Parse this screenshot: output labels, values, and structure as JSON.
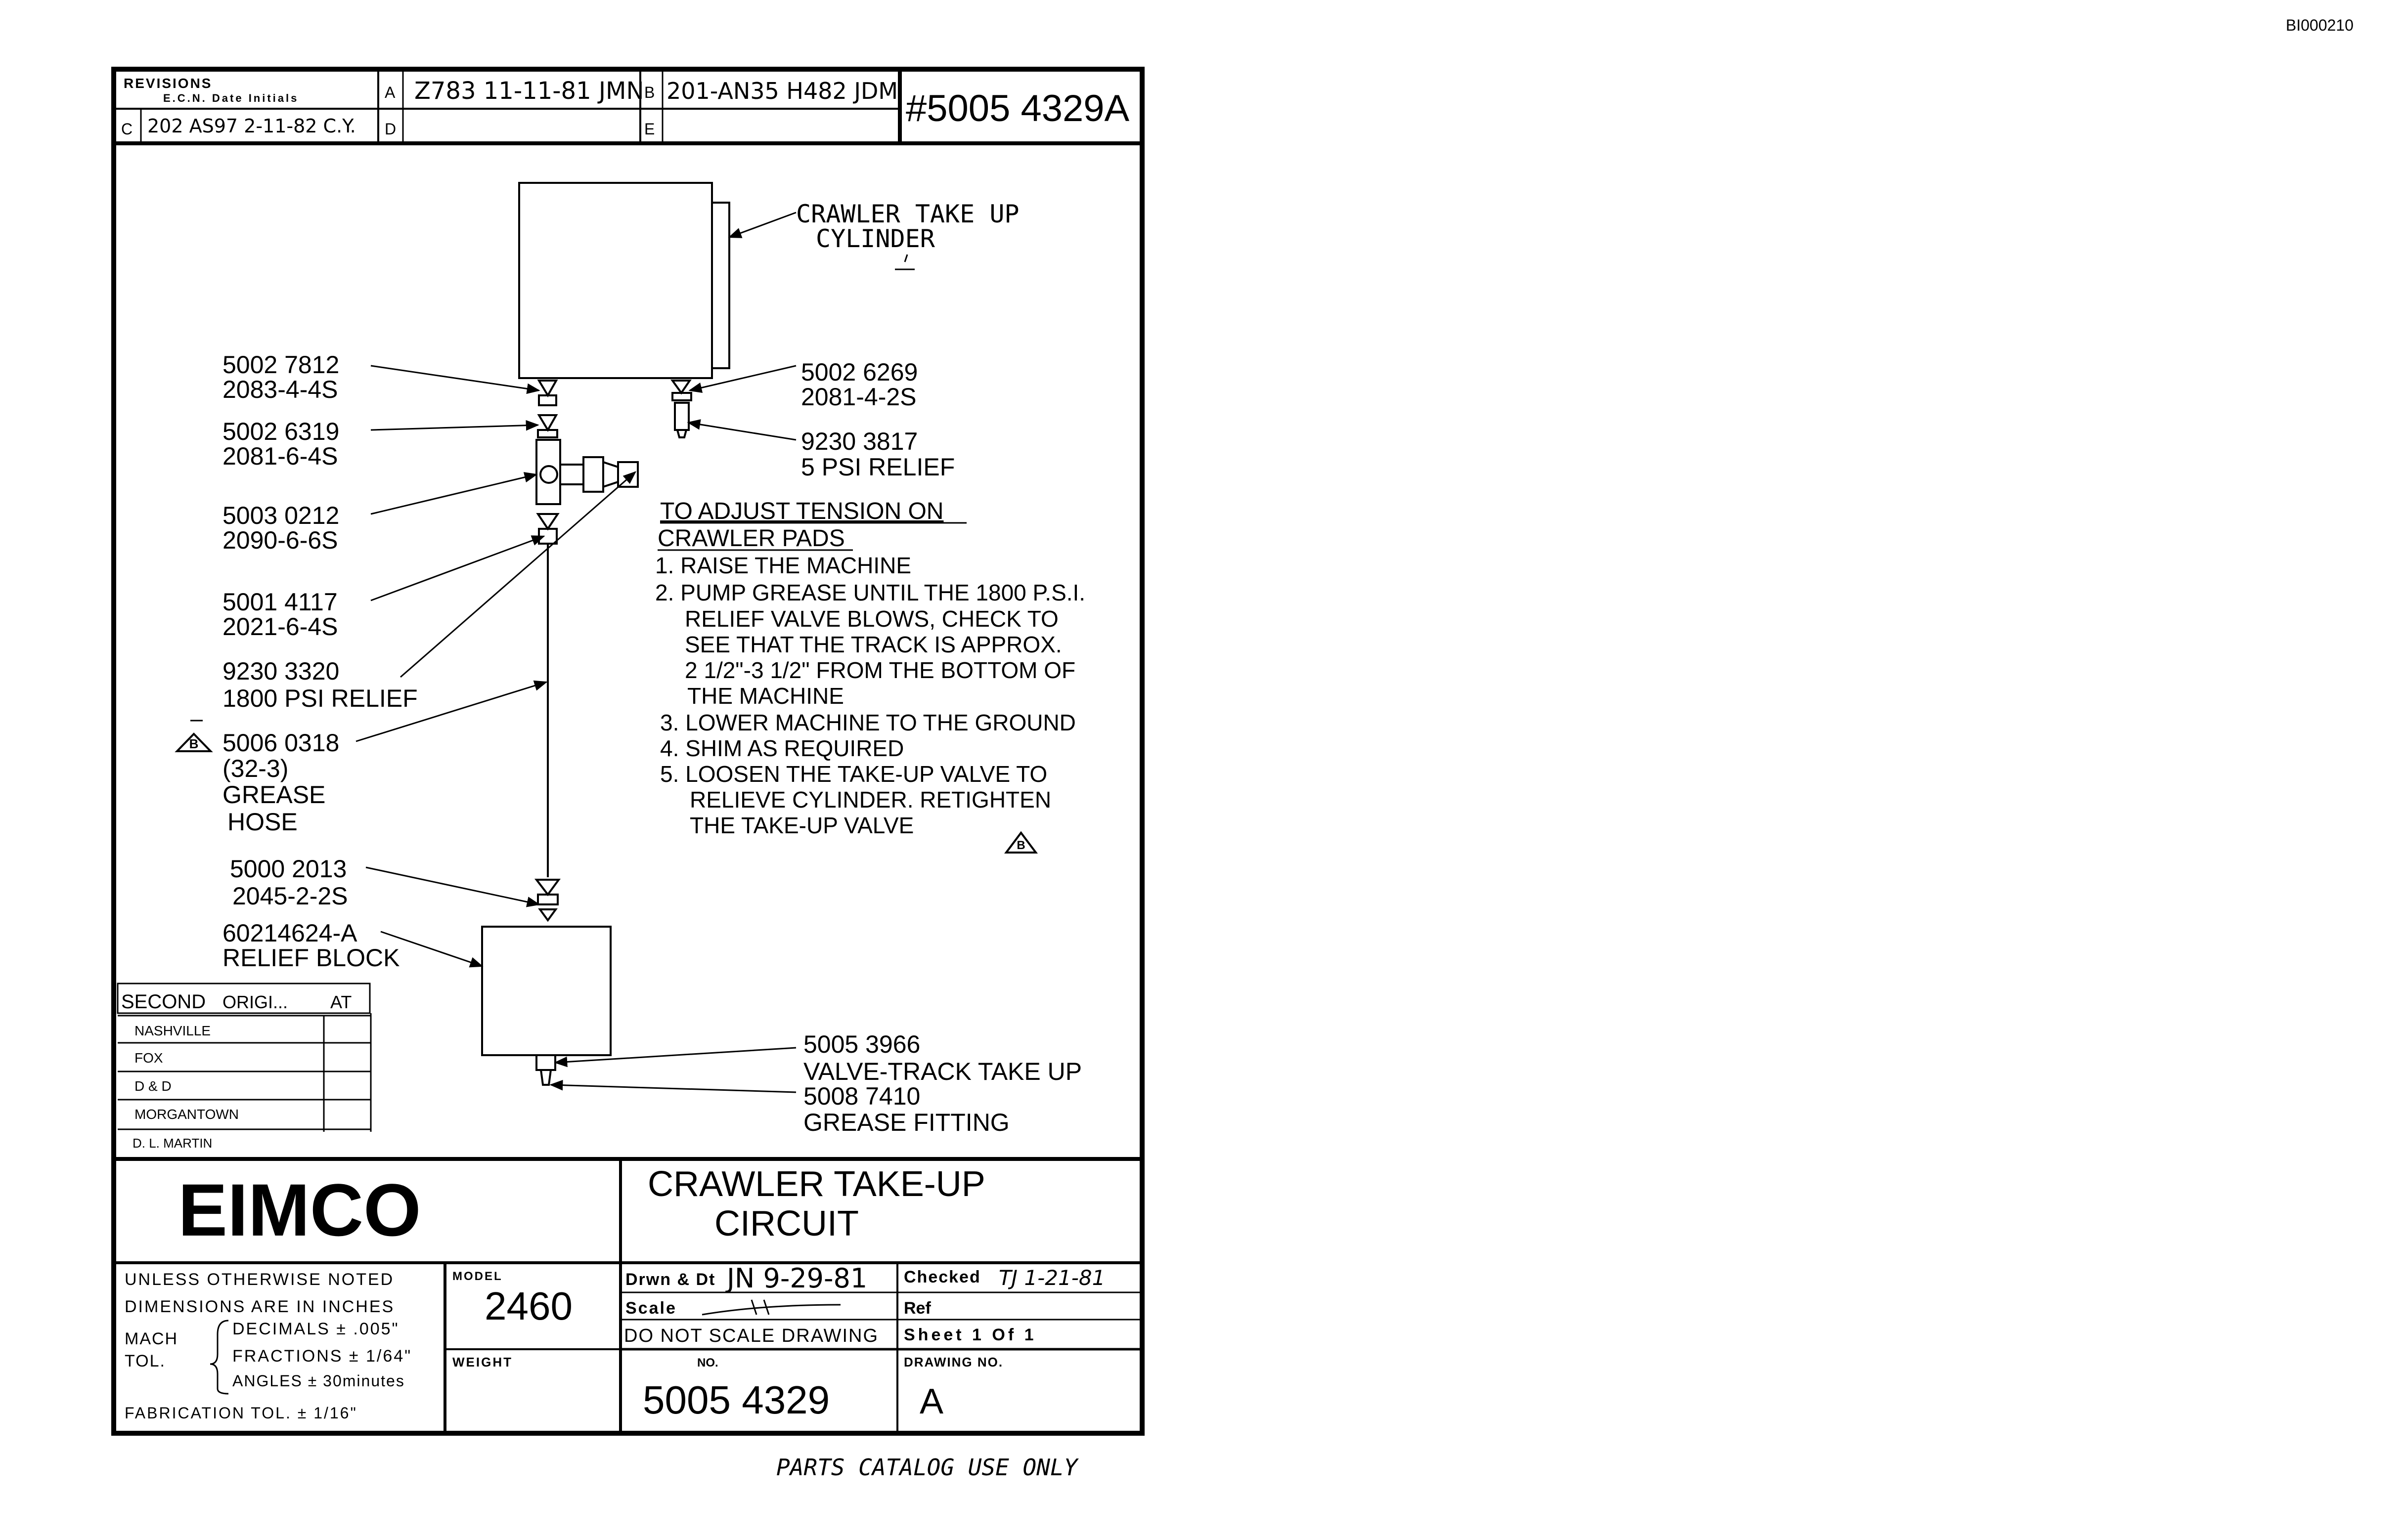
{
  "page_code": "BI000210",
  "footer_note": "PARTS CATALOG USE ONLY",
  "revisions": {
    "header": "REVISIONS",
    "subheader": "E.C.N. Date Initials",
    "rows": [
      {
        "letter": "A",
        "text": "Z783 11-11-81 JMN"
      },
      {
        "letter": "B",
        "text": "201-AN35 H482 JDM"
      },
      {
        "letter": "C",
        "text": "202 AS97 2-11-82 C.Y."
      },
      {
        "letter": "D",
        "text": ""
      },
      {
        "letter": "E",
        "text": ""
      }
    ],
    "drawing_ref": "#5005 4329A"
  },
  "diagram": {
    "component_labels": [
      {
        "id": "crawler-cylinder",
        "lines": [
          "CRAWLER TAKE UP",
          "CYLINDER"
        ]
      },
      {
        "id": "p-5002-7812",
        "lines": [
          "5002 7812",
          "2083-4-4S"
        ]
      },
      {
        "id": "p-5002-6319",
        "lines": [
          "5002 6319",
          "2081-6-4S"
        ]
      },
      {
        "id": "p-5003-0212",
        "lines": [
          "5003 0212",
          "2090-6-6S"
        ]
      },
      {
        "id": "p-5001-4117",
        "lines": [
          "5001 4117",
          "2021-6-4S"
        ]
      },
      {
        "id": "p-9230-3320",
        "lines": [
          "9230 3320",
          "1800 PSI RELIEF"
        ]
      },
      {
        "id": "p-5006-0318",
        "lines": [
          "5006 0318",
          "(32-3)",
          "GREASE",
          "HOSE"
        ]
      },
      {
        "id": "p-5000-2013",
        "lines": [
          "5000 2013",
          "2045-2-2S"
        ]
      },
      {
        "id": "p-60214624",
        "lines": [
          "60214624-A",
          "RELIEF BLOCK"
        ]
      },
      {
        "id": "p-5002-6269",
        "lines": [
          "5002 6269",
          "2081-4-2S"
        ]
      },
      {
        "id": "p-9230-3817",
        "lines": [
          "9230 3817",
          "5 PSI RELIEF"
        ]
      },
      {
        "id": "p-5005-3966",
        "lines": [
          "5005 3966",
          "VALVE-TRACK TAKE UP"
        ]
      },
      {
        "id": "p-5008-7410",
        "lines": [
          "5008 7410",
          "GREASE FITTING"
        ]
      }
    ],
    "instructions": {
      "heading": [
        "TO ADJUST TENSION ON",
        "CRAWLER PADS"
      ],
      "lines": [
        "1. RAISE THE MACHINE",
        "2. PUMP GREASE UNTIL THE 1800 P.S.I.",
        "RELIEF VALVE BLOWS, CHECK TO",
        "SEE THAT THE TRACK IS APPROX.",
        "2 1/2\"-3 1/2\" FROM THE BOTTOM OF",
        "THE MACHINE",
        "3. LOWER MACHINE TO THE GROUND",
        "4. SHIM AS REQUIRED",
        "5. LOOSEN THE TAKE-UP VALVE TO",
        "RELIEVE CYLINDER. RETIGHTEN",
        "THE TAKE-UP VALVE"
      ]
    },
    "rev_marker": "B",
    "second_original": {
      "header": [
        "SECOND",
        "ORIGI...",
        "AT"
      ],
      "locations": [
        "NASHVILLE",
        "FOX",
        "D & D",
        "MORGANTOWN",
        "D. L. MARTIN"
      ]
    }
  },
  "title_block": {
    "company": "EIMCO",
    "title": [
      "CRAWLER TAKE-UP",
      "CIRCUIT"
    ],
    "tolerance_lines": [
      "UNLESS OTHERWISE NOTED",
      "DIMENSIONS ARE IN INCHES",
      "MACH",
      "TOL.",
      "DECIMALS ± .005\"",
      "FRACTIONS ± 1/64\"",
      "ANGLES ± 30minutes",
      "FABRICATION TOL. ± 1/16\""
    ],
    "model_label": "MODEL",
    "model_value": "2460",
    "weight_label": "WEIGHT",
    "drawn_label": "Drwn & Dt",
    "drawn_value": "JN 9-29-81",
    "checked_label": "Checked",
    "checked_value": "TJ 1-21-81",
    "scale_label": "Scale",
    "ref_label": "Ref",
    "do_not_scale": "DO NOT SCALE DRAWING",
    "sheet_label": "Sheet 1 Of 1",
    "no_label": "NO.",
    "drawing_no_label": "DRAWING NO.",
    "number": "5005 4329",
    "revision": "A"
  }
}
